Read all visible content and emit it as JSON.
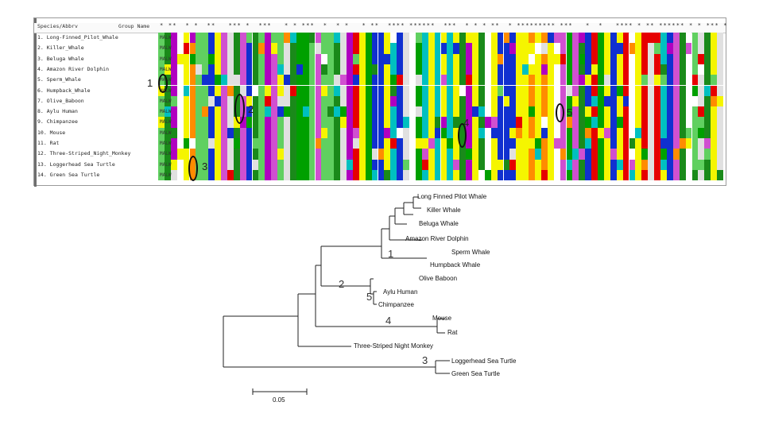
{
  "alignment": {
    "header_species": "Species/Abbrv",
    "header_group": "Group Name",
    "conservation": "* **  * *  **   *** *  ***   * * ***  *  * *   * **  **** ******  ***  * * * **  * ********* ***   *  *   **** * ** ****** * * *** *",
    "species": [
      "1. Long-Finned_Pilot_Whale",
      "2. Killer_Whale",
      "3. Beluga Whale",
      "4. Amazon River Dolphin",
      "5. Sperm_Whale",
      "6. Humpback_Whale",
      "7. Olive_Baboon",
      "8. Aylu Human",
      "9. Chimpanzee",
      "10. Mouse",
      "11. Rat",
      "12. Three-Striped_Night_Monkey",
      "13. Loggerhead Sea Turtle",
      "14. Green Sea Turtle"
    ],
    "sequence_prefix": "MALW",
    "palette": [
      "#f5f500",
      "#e60000",
      "#00a000",
      "#1030d0",
      "#b000c0",
      "#00c0c0",
      "#ff8c00",
      "#e0e0e0",
      "#ffffff",
      "#60d060",
      "#d050d0",
      "#f5f500",
      "#f5f500",
      "#1a8a1a"
    ],
    "markers": [
      "1",
      "2",
      "3",
      "4",
      "5"
    ]
  },
  "tree": {
    "taxa": [
      "Long Finned Pilot Whale",
      "Killer Whale",
      "Beluga Whale",
      "Amazon River Dolphin",
      "Sperm Whale",
      "Humpback Whale",
      "Olive Baboon",
      "Aylu Human",
      "Chimpanzee",
      "Mouse",
      "Rat",
      "Three-Striped Night Monkey",
      "Loggerhead Sea Turtle",
      "Green Sea Turtle"
    ],
    "markers": [
      "1",
      "2",
      "5",
      "4",
      "3"
    ],
    "scale_label": "0.05"
  }
}
